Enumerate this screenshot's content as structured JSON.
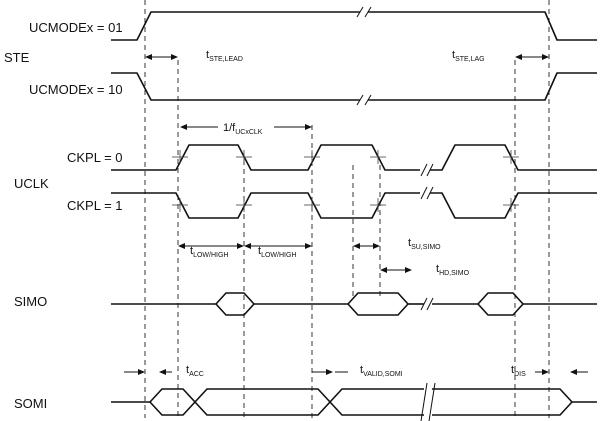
{
  "signals": {
    "ucmode_01": "UCMODEx = 01",
    "ste": "STE",
    "ucmode_10": "UCMODEx = 10",
    "ckpl0": "CKPL = 0",
    "uclk": "UCLK",
    "ckpl1": "CKPL = 1",
    "simo": "SIMO",
    "somi": "SOMI"
  },
  "timing": {
    "ste_lead": {
      "main": "t",
      "sub": "STE,LEAD"
    },
    "ste_lag": {
      "main": "t",
      "sub": "STE,LAG"
    },
    "period": {
      "main": "1/f",
      "sub": "UCxCLK"
    },
    "low_high_1": {
      "main": "t",
      "sub": "LOW/HIGH"
    },
    "low_high_2": {
      "main": "t",
      "sub": "LOW/HIGH"
    },
    "su_simo": {
      "main": "t",
      "sub": "SU,SIMO"
    },
    "hd_simo": {
      "main": "t",
      "sub": "HD,SIMO"
    },
    "acc": {
      "main": "t",
      "sub": "ACC"
    },
    "valid_somi": {
      "main": "t",
      "sub": "VALID,SOMI"
    },
    "dis": {
      "main": "t",
      "sub": "DIS"
    }
  }
}
